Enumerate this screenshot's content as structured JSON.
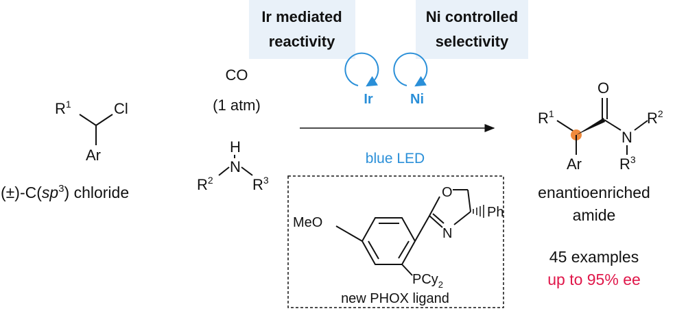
{
  "header_boxes": {
    "ir": {
      "line1": "Ir mediated",
      "line2": "reactivity"
    },
    "ni": {
      "line1": "Ni controlled",
      "line2": "selectivity"
    }
  },
  "colors": {
    "box_fill": "#e9f1f9",
    "blue": "#2a8fd8",
    "red": "#e0174a",
    "orange": "#f08a3c",
    "text": "#111111"
  },
  "reagents": {
    "co": "CO",
    "pressure": "(1 atm)"
  },
  "catalysts": {
    "ir": "Ir",
    "ni": "Ni"
  },
  "condition": "blue LED",
  "substrate": {
    "label_prefix": "(±)-C(",
    "label_sp": "sp",
    "label_exp": "3",
    "label_suffix": ") chloride",
    "r": "R",
    "r_sup": "1",
    "cl": "Cl",
    "ar": "Ar"
  },
  "amine": {
    "h": "H",
    "n": "N",
    "r2": "R",
    "r2_sup": "2",
    "r3": "R",
    "r3_sup": "3"
  },
  "ligand": {
    "meo": "MeO",
    "o": "O",
    "n": "N",
    "ph": "Ph",
    "pcy": "PCy",
    "pcy_sub": "2",
    "name": "new PHOX ligand"
  },
  "product": {
    "o": "O",
    "n": "N",
    "r1": "R",
    "r1_sup": "1",
    "r2": "R",
    "r2_sup": "2",
    "r3": "R",
    "r3_sup": "3",
    "ar": "Ar",
    "label1": "enantioenriched",
    "label2": "amide"
  },
  "results": {
    "examples": "45 examples",
    "ee": "up to 95% ee"
  }
}
